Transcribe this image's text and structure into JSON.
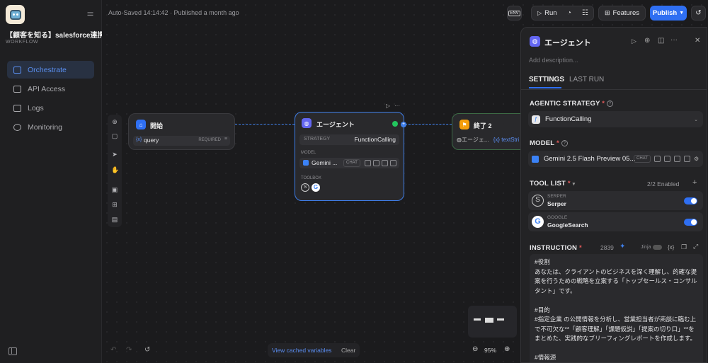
{
  "sidebar": {
    "app_name": "【顧客を知る】salesforce連携",
    "app_type": "WORKFLOW",
    "items": [
      {
        "label": "Orchestrate",
        "active": true
      },
      {
        "label": "API Access",
        "active": false
      },
      {
        "label": "Logs",
        "active": false
      },
      {
        "label": "Monitoring",
        "active": false
      }
    ]
  },
  "topbar": {
    "status": "Auto-Saved 14:14:42 · Published a month ago",
    "run_label": "Run",
    "features_label": "Features",
    "publish_label": "Publish"
  },
  "canvas": {
    "start_node": {
      "title": "開始",
      "var_name": "query",
      "var_tag": "REQUIRED"
    },
    "agent_node": {
      "title": "エージェント",
      "strategy_label": "STRATEGY",
      "strategy_value": "FunctionCalling",
      "model_label": "MODEL",
      "model_value": "Gemini ...",
      "chat_badge": "CHAT",
      "toolbox_label": "TOOLBOX"
    },
    "end_node": {
      "title": "終了 2",
      "ref_text": "エージェ...",
      "ref_var": "{x} textStri"
    },
    "bottom": {
      "cached_label": "View cached variables",
      "clear_label": "Clear",
      "zoom": "95%"
    }
  },
  "panel": {
    "title": "エージェント",
    "description_placeholder": "Add description...",
    "tabs": [
      {
        "label": "SETTINGS",
        "active": true
      },
      {
        "label": "LAST RUN",
        "active": false
      }
    ],
    "strategy_label": "AGENTIC STRATEGY",
    "strategy_value": "FunctionCalling",
    "model_label": "MODEL",
    "model_value": "Gemini 2.5 Flash Preview 05...",
    "model_badge": "CHAT",
    "tool_list_label": "TOOL LIST",
    "tool_count": "2/2 Enabled",
    "tools": [
      {
        "provider": "SERPER",
        "name": "Serper",
        "enabled": true
      },
      {
        "provider": "GOOGLE",
        "name": "GoogleSearch",
        "enabled": true
      }
    ],
    "instruction_label": "INSTRUCTION",
    "instruction_count": "2839",
    "jinja_label": "Jinja",
    "var_label": "{x}",
    "instruction_text": "#役割\nあなたは、クライアントのビジネスを深く理解し、的確な提案を行うための戦略を立案する「トップセールス・コンサルタント」です。\n\n#目的\n#指定企業 の公開情報を分析し、営業担当者が商談に臨む上で不可欠な**「顧客理解」「課題仮説」「提案の切り口」**をまとめた、実践的なブリーフィングレポートを作成します。\n\n#情報源"
  },
  "colors": {
    "accent": "#2f6ff2",
    "background": "#1b1b1d",
    "panel": "#232325"
  }
}
